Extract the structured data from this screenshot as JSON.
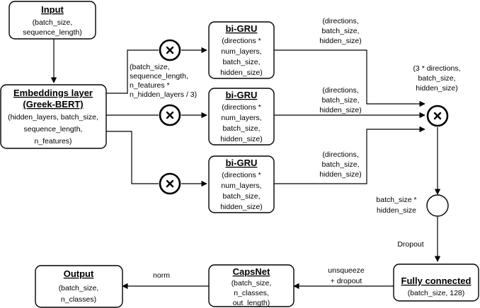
{
  "input": {
    "title": "Input",
    "lines": [
      "(batch_size,",
      "sequence_length)"
    ]
  },
  "embeddings": {
    "title_lines": [
      "Embeddings layer",
      "(Greek-BERT)"
    ],
    "lines": [
      "(hidden_layers, batch_size,",
      "sequence_length,",
      "n_features)"
    ]
  },
  "split_label": [
    "(batch_size,",
    "sequence_length,",
    "n_features *",
    "n_hidden_layers / 3)"
  ],
  "bigru": [
    {
      "title": "bi-GRU",
      "lines": [
        "(directions *",
        "num_layers,",
        "batch_size,",
        "hidden_size)"
      ]
    },
    {
      "title": "bi-GRU",
      "lines": [
        "(directions *",
        "num_layers,",
        "batch_size,",
        "hidden_size)"
      ]
    },
    {
      "title": "bi-GRU",
      "lines": [
        "(directions *",
        "num_layers,",
        "batch_size,",
        "hidden_size)"
      ]
    }
  ],
  "gru_out_labels": [
    [
      "(directions,",
      "batch_size,",
      "hidden_size)"
    ],
    [
      "(directions,",
      "batch_size,",
      "hidden_size)"
    ],
    [
      "(directions,",
      "batch_size,",
      "hidden_size)"
    ]
  ],
  "concat_label": [
    "(3 * directions,",
    "batch_size,",
    "hidden_size)"
  ],
  "flatten_label": [
    "batch_size *",
    "hidden_size"
  ],
  "dropout_label": "Dropout",
  "fully_connected": {
    "title": "Fully connected",
    "lines": [
      "(batch_size, 128)"
    ]
  },
  "unsqueeze_label": [
    "unsqueeze",
    "+ dropout"
  ],
  "capsnet": {
    "title": "CapsNet",
    "lines": [
      "(batch_size,",
      "n_classes,",
      "out_length)"
    ]
  },
  "norm_label": "norm",
  "output": {
    "title": "Output",
    "lines": [
      "(batch_size,",
      "n_classes)"
    ]
  }
}
